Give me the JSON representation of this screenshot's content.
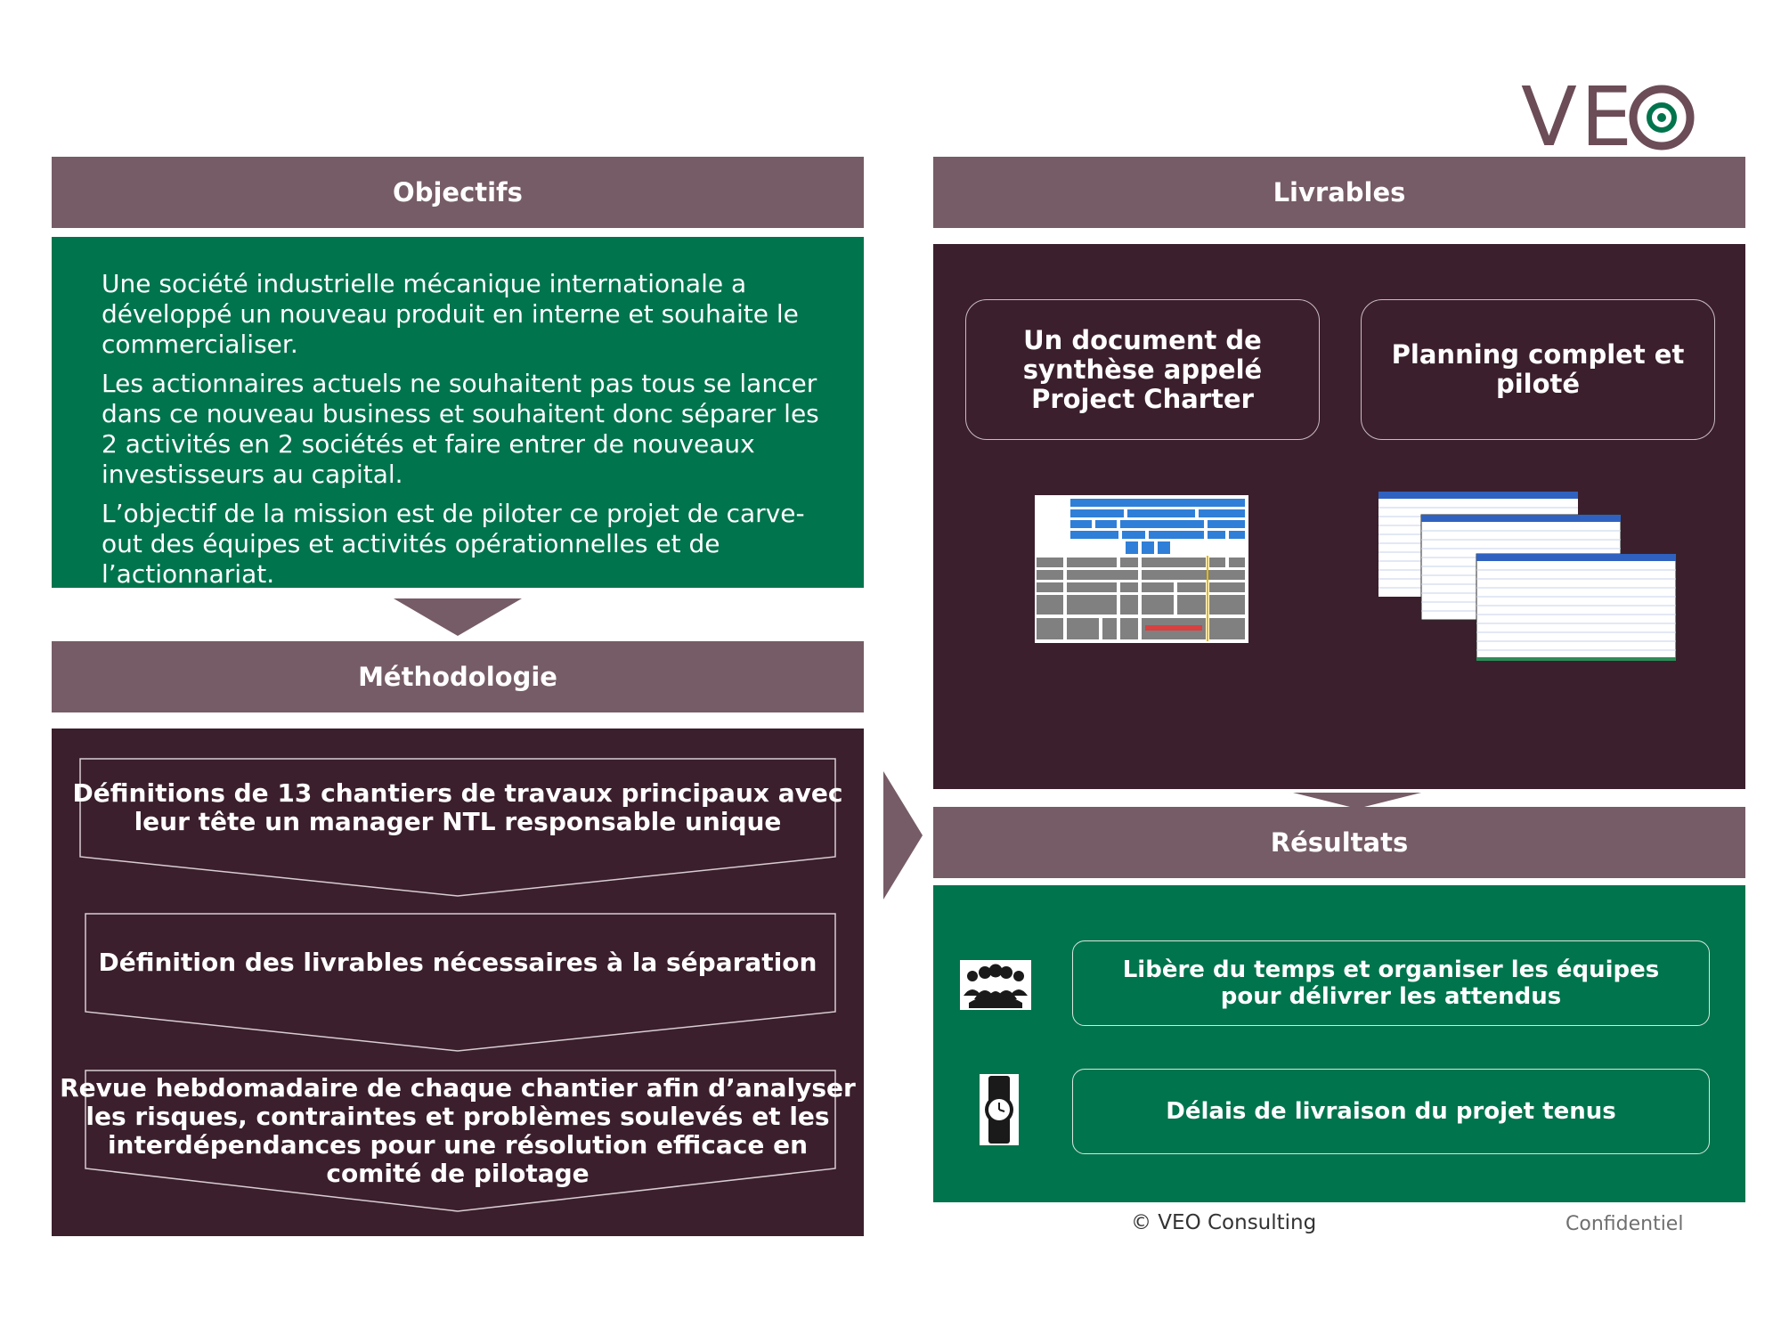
{
  "brand": {
    "logo_text": "VEO",
    "colors": {
      "header": "#765c66",
      "green": "#00744d",
      "dark": "#3b1f2c",
      "logo": "#6b4c57",
      "logo_dot": "#00744d"
    }
  },
  "objectifs": {
    "title": "Objectifs",
    "paragraphs": [
      "Une société industrielle mécanique internationale a développé un nouveau produit en interne et souhaite le commercialiser.",
      "Les actionnaires actuels ne souhaitent pas tous se lancer dans ce nouveau business et souhaitent donc séparer les 2 activités en 2 sociétés et faire entrer de nouveaux investisseurs au capital.",
      "L’objectif de la mission est de piloter ce projet de carve-out des équipes et activités opérationnelles et de l’actionnariat."
    ]
  },
  "methodologie": {
    "title": "Méthodologie",
    "steps": [
      "Définitions de 13 chantiers de travaux principaux avec leur tête un manager NTL responsable unique",
      "Définition des livrables nécessaires à la séparation",
      "Revue hebdomadaire de chaque chantier afin d’analyser les risques, contraintes et problèmes soulevés et les interdépendances pour une résolution efficace en comité de pilotage"
    ]
  },
  "livrables": {
    "title": "Livrables",
    "items": [
      "Un document de synthèse appelé Project Charter",
      "Planning complet et piloté"
    ]
  },
  "resultats": {
    "title": "Résultats",
    "items": [
      {
        "icon": "team-icon",
        "text": "Libère du temps et organiser les équipes pour délivrer les attendus"
      },
      {
        "icon": "watch-icon",
        "text": "Délais de livraison du projet tenus"
      }
    ]
  },
  "footer": {
    "copyright": "© VEO Consulting",
    "confidential": "Confidentiel"
  }
}
